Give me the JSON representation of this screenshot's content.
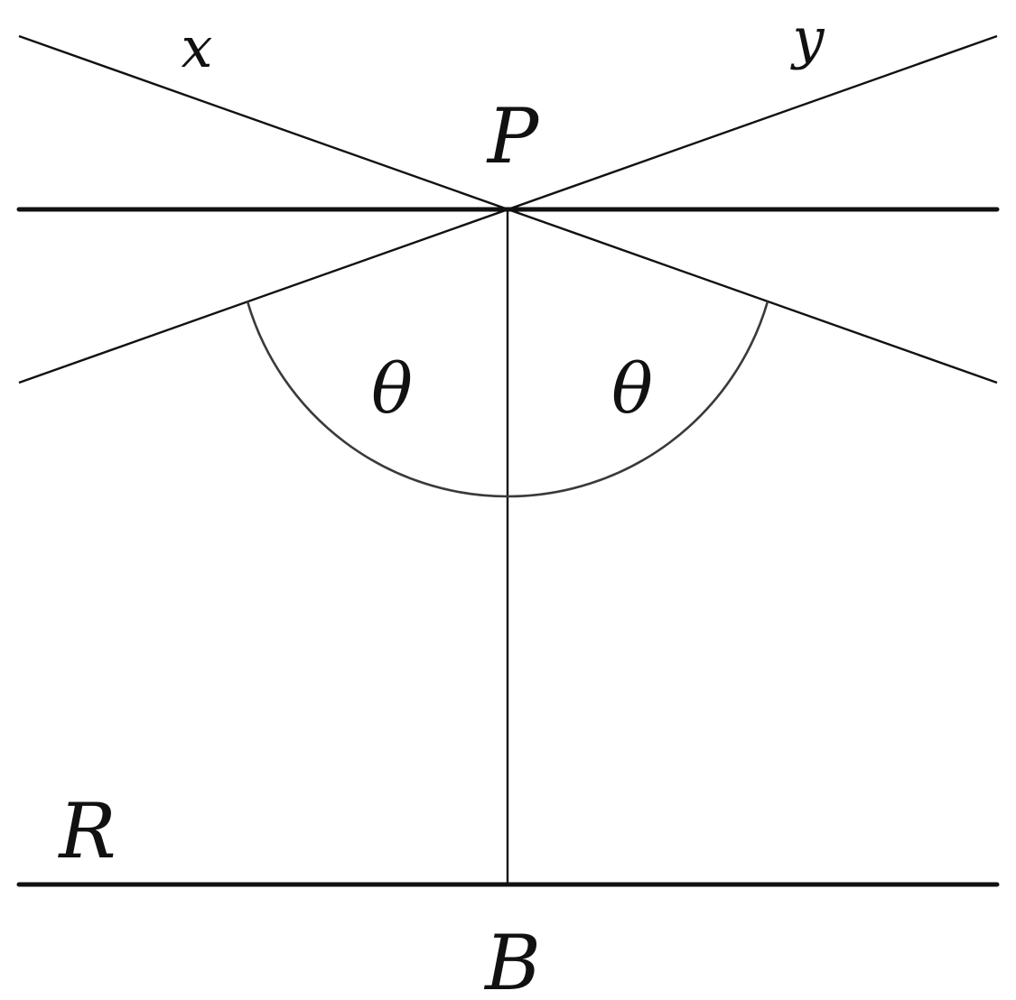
{
  "labels": {
    "x": "x",
    "y": "y",
    "p": "P",
    "theta_left": "θ",
    "theta_right": "θ",
    "r": "R",
    "b": "B"
  }
}
